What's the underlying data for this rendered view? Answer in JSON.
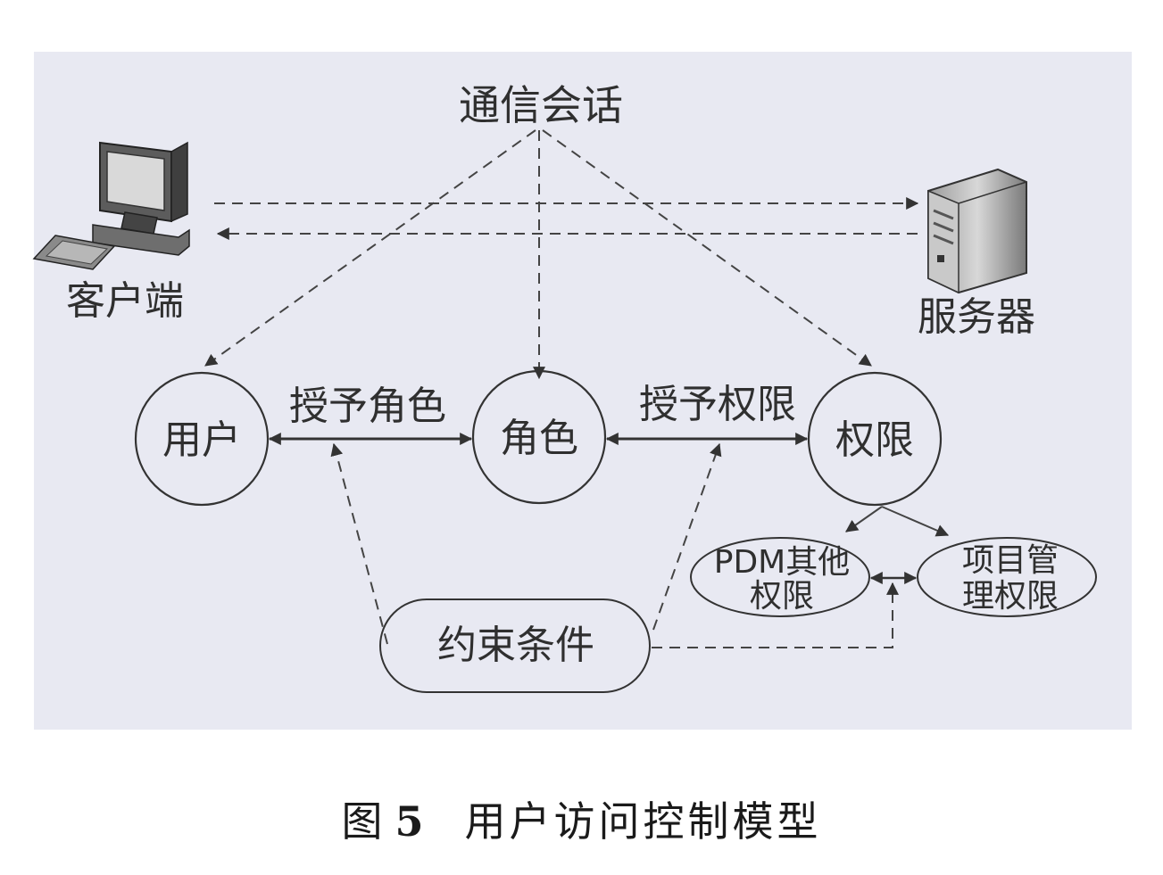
{
  "diagram": {
    "top_label": "通信会话",
    "client_label": "客户端",
    "server_label": "服务器",
    "user_node": "用户",
    "role_node": "角色",
    "permission_node": "权限",
    "assign_role_label": "授予角色",
    "assign_permission_label": "授予权限",
    "pdm_other_line1": "PDM其他",
    "pdm_other_line2": "权限",
    "project_mgmt_line1": "项目管",
    "project_mgmt_line2": "理权限",
    "constraint_node": "约束条件"
  },
  "caption": {
    "figure": "图",
    "number": "5",
    "title": "用户访问控制模型"
  }
}
